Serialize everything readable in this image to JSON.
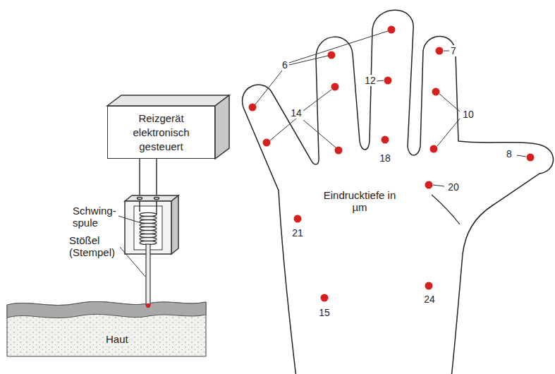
{
  "diagram": {
    "nodes": [
      {
        "text": [
          "Reizgerät elektronisch gesteuert"
        ]
      }
    ],
    "labels": [
      "Schwing- spule",
      "Stößel (Stempel)",
      "Haut",
      "Eindrucktiefe in µm",
      "6",
      "7",
      "12",
      "14",
      "10",
      "18",
      "8",
      "20",
      "21",
      "15",
      "24"
    ]
  }
}
